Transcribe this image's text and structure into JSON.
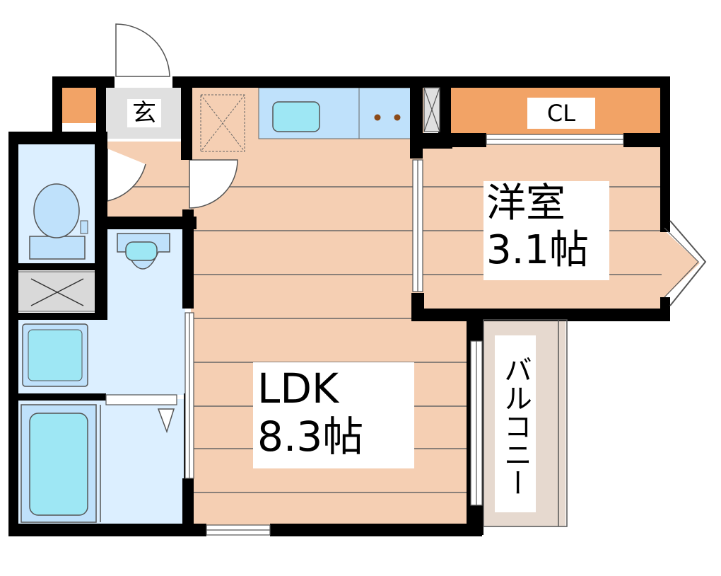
{
  "rooms": {
    "genkan": "玄",
    "closet": "CL",
    "western_room": {
      "name": "洋室",
      "size": "3.1帖"
    },
    "ldk": {
      "name": "LDK",
      "size": "8.3帖"
    },
    "balcony": "バルコニー"
  },
  "colors": {
    "wall": "#000000",
    "floor": "#f5cfb3",
    "wet_area": "#dcefff",
    "closet": "#f2a366",
    "balcony": "#e6d9cf",
    "fixture_blue": "#bfe1fb",
    "fixture_cyan": "#9ee7f4",
    "floor_line": "#666666"
  }
}
